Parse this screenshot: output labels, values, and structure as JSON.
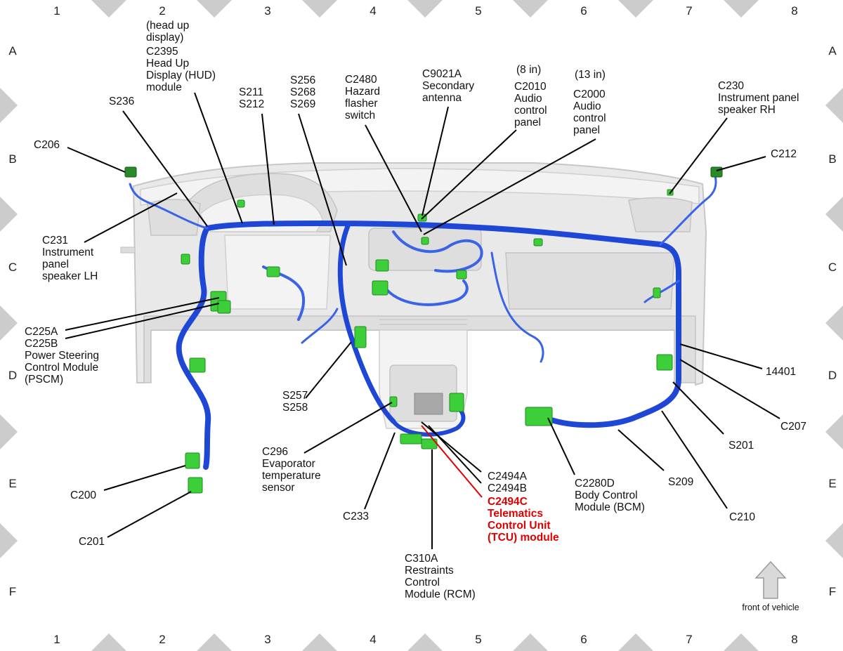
{
  "grid": {
    "columns": [
      "1",
      "2",
      "3",
      "4",
      "5",
      "6",
      "7",
      "8"
    ],
    "rows": [
      "A",
      "B",
      "C",
      "D",
      "E",
      "F"
    ]
  },
  "labels": {
    "hud": [
      "(head up",
      "display)",
      "C2395",
      "Head Up",
      "Display (HUD)",
      "module"
    ],
    "s236": [
      "S236"
    ],
    "c206": [
      "C206"
    ],
    "s211": [
      "S211",
      "S212"
    ],
    "s256": [
      "S256",
      "S268",
      "S269"
    ],
    "c2480": [
      "C2480",
      "Hazard",
      "flasher",
      "switch"
    ],
    "c9021a": [
      "C9021A",
      "Secondary",
      "antenna"
    ],
    "c2010": [
      "(8 in)",
      "C2010",
      "Audio",
      "control",
      "panel"
    ],
    "c2000": [
      "(13 in)",
      "C2000",
      "Audio",
      "control",
      "panel"
    ],
    "c230": [
      "C230",
      "Instrument panel",
      "speaker RH"
    ],
    "c212": [
      "C212"
    ],
    "c231": [
      "C231",
      "Instrument",
      "panel",
      "speaker LH"
    ],
    "c225": [
      "C225A",
      "C225B",
      "Power Steering",
      "Control Module",
      "(PSCM)"
    ],
    "s257": [
      "S257",
      "S258"
    ],
    "c296": [
      "C296",
      "Evaporator",
      "temperature",
      "sensor"
    ],
    "c200": [
      "C200"
    ],
    "c201": [
      "C201"
    ],
    "c233": [
      "C233"
    ],
    "c2494": [
      "C2494A",
      "C2494B"
    ],
    "c2494c": [
      "C2494C",
      "Telematics",
      "Control Unit",
      "(TCU) module"
    ],
    "c310a": [
      "C310A",
      "Restraints",
      "Control",
      "Module (RCM)"
    ],
    "c2280d": [
      "C2280D",
      "Body Control",
      "Module (BCM)"
    ],
    "s209": [
      "S209"
    ],
    "c210": [
      "C210"
    ],
    "s201": [
      "S201"
    ],
    "c207": [
      "C207"
    ],
    "p14401": [
      "14401"
    ],
    "front": [
      "front of vehicle"
    ]
  },
  "colors": {
    "harness": "#1f47d6",
    "connector": "#3ccf3a",
    "highlight": "#e00000",
    "grid_marker": "#cccccc"
  }
}
